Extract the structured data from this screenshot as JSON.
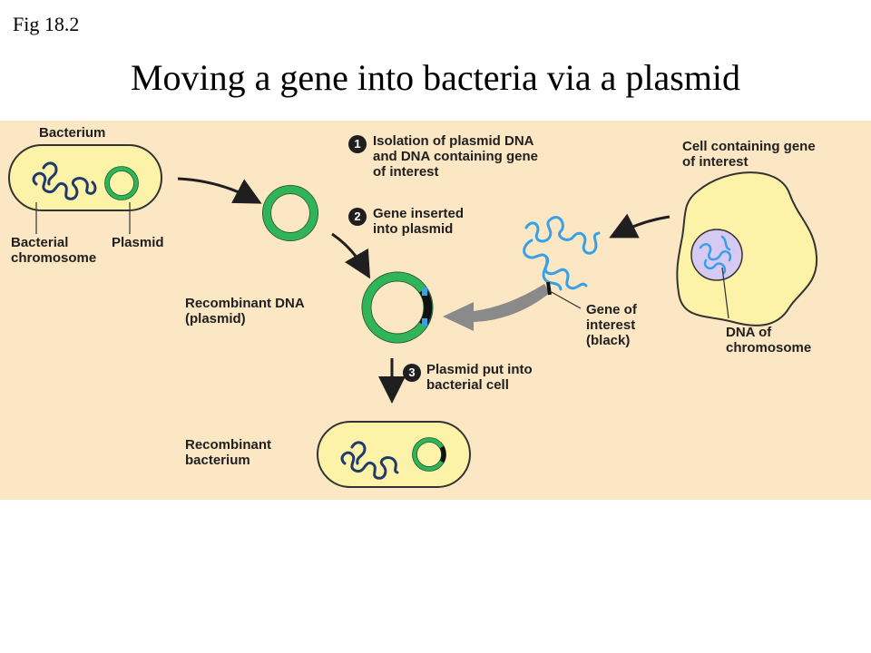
{
  "figure_label": "Fig 18.2",
  "title": "Moving a gene into bacteria via a plasmid",
  "colors": {
    "panel_bg": "#fbe7c3",
    "cell_fill": "#fdf3a8",
    "cell_outline": "#333333",
    "plasmid_green": "#2fb457",
    "bacterial_dna": "#1f3a6b",
    "gene_dna": "#3aa0e6",
    "nucleus": "#d6c9f2",
    "arrow_gray": "#8a8a8a"
  },
  "labels": {
    "bacterium": "Bacterium",
    "bacterial_chromosome": "Bacterial\nchromosome",
    "plasmid": "Plasmid",
    "recombinant_dna": "Recombinant DNA\n(plasmid)",
    "recombinant_bacterium": "Recombinant\nbacterium",
    "cell_containing_gene": "Cell containing gene\nof interest",
    "gene_of_interest": "Gene of\ninterest\n(black)",
    "dna_of_chromosome": "DNA of\nchromosome"
  },
  "steps": [
    {
      "number": "1",
      "text": "Isolation of plasmid DNA\nand DNA containing gene\nof interest"
    },
    {
      "number": "2",
      "text": "Gene inserted\ninto plasmid"
    },
    {
      "number": "3",
      "text": "Plasmid put into\nbacterial cell"
    }
  ]
}
